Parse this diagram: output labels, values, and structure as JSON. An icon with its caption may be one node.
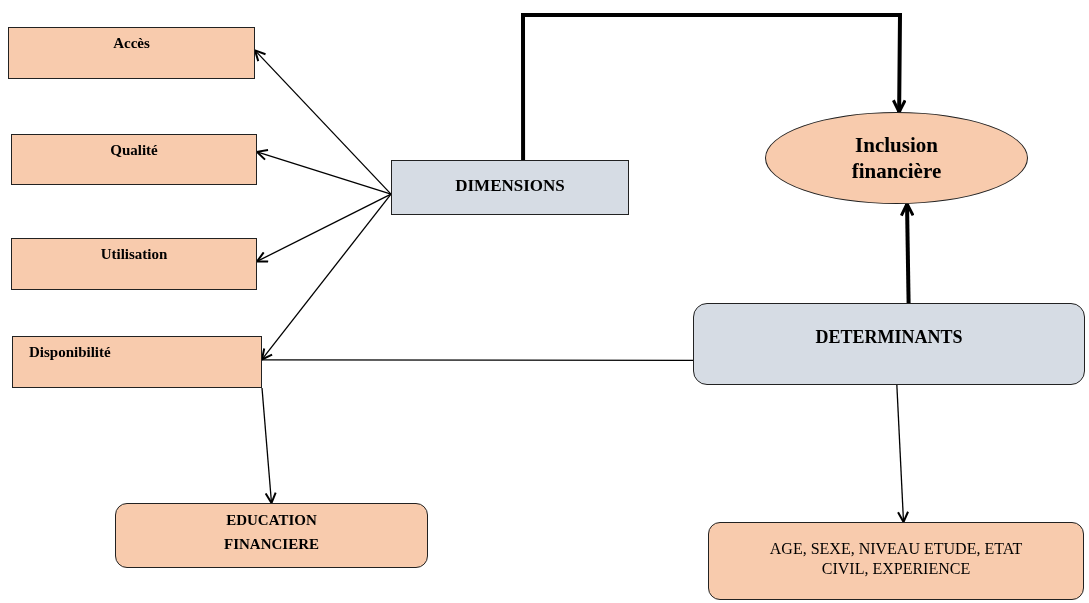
{
  "diagram": {
    "nodes": [
      {
        "text": [
          "Accès"
        ]
      },
      {
        "text": [
          "Qualité"
        ]
      },
      {
        "text": [
          "Utilisation"
        ]
      },
      {
        "text": [
          "Disponibilité"
        ]
      },
      {
        "text": [
          "DIMENSIONS"
        ]
      },
      {
        "text": [
          "Inclusion financière"
        ]
      },
      {
        "text": [
          "DETERMINANTS"
        ]
      },
      {
        "text": [
          "EDUCATION FINANCIERE"
        ]
      },
      {
        "text": [
          "AGE, SEXE, NIVEAU ETUDE, ETAT CIVIL, EXPERIENCE"
        ]
      }
    ],
    "edges": [
      {
        "from": 4,
        "to": 0,
        "arrow": "to"
      },
      {
        "from": 4,
        "to": 1,
        "arrow": "to"
      },
      {
        "from": 4,
        "to": 2,
        "arrow": "to"
      },
      {
        "from": 4,
        "to": 3,
        "arrow": "to"
      },
      {
        "from": 4,
        "to": 5,
        "arrow": "to",
        "style": "thick"
      },
      {
        "from": 6,
        "to": 5,
        "arrow": "to",
        "style": "thick"
      },
      {
        "from": 6,
        "to": 3,
        "arrow": "none"
      },
      {
        "from": 3,
        "to": 7,
        "arrow": "to"
      },
      {
        "from": 6,
        "to": 8,
        "arrow": "to"
      }
    ]
  }
}
